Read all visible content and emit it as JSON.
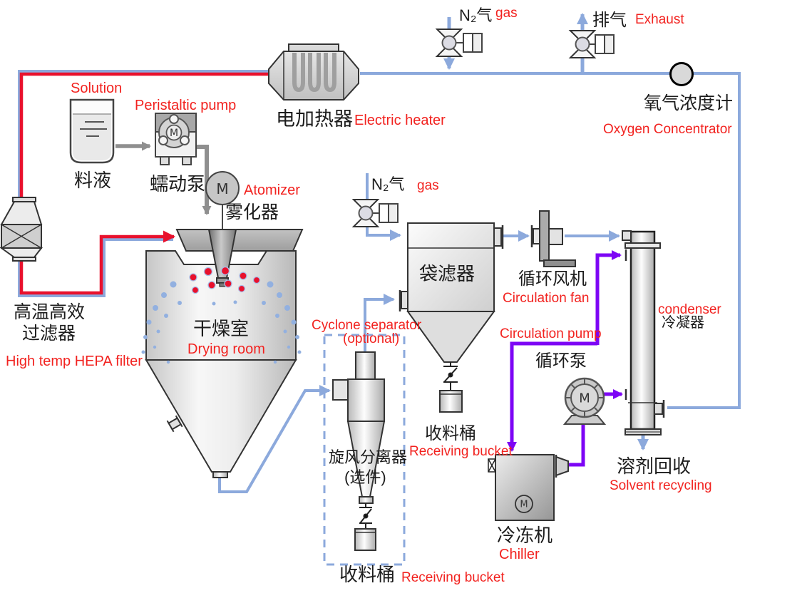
{
  "colors": {
    "pipe-blue": "#8ca9dc",
    "pipe-red": "#e8112d",
    "pipe-purple": "#7d05f5",
    "pipe-gray": "#8f8f8f",
    "label-red": "#f2221f",
    "label-black": "#1c1c1c"
  },
  "labels": {
    "solution": {
      "en": "Solution",
      "zh": "料液"
    },
    "peristaltic_pump": {
      "en": "Peristaltic pump",
      "zh": "蠕动泵"
    },
    "atomizer": {
      "en": "Atomizer",
      "zh": "雾化器"
    },
    "electric_heater": {
      "zh": "电加热器",
      "en": "Electric heater"
    },
    "nitrogen_inlet_top": {
      "zh": "N₂气",
      "en": "gas"
    },
    "exhaust": {
      "zh": "排气",
      "en": "Exhaust"
    },
    "oxygen_meter": {
      "zh": "氧气浓度计",
      "en": "Oxygen Concentrator"
    },
    "hepa_filter": {
      "zh_line1": "高温高效",
      "zh_line2": "过滤器",
      "en": "High temp HEPA filter"
    },
    "drying_room": {
      "zh": "干燥室",
      "en": "Drying room"
    },
    "nitrogen_inlet_mid": {
      "zh": "N₂气",
      "en": "gas"
    },
    "bag_filter": {
      "zh": "袋滤器"
    },
    "cyclone": {
      "en_line1": "Cyclone separator",
      "en_line2": "(optional)",
      "zh_line1": "旋风分离器",
      "zh_line2": "(选件)"
    },
    "receiving_bucket_bag": {
      "zh": "收料桶",
      "en": "Receiving bucket"
    },
    "receiving_bucket_cyclone": {
      "zh": "收料桶",
      "en": "Receiving bucket"
    },
    "circulation_fan": {
      "zh": "循环风机",
      "en": "Circulation fan"
    },
    "circulation_pump": {
      "en": "Circulation pump",
      "zh": "循环泵"
    },
    "condenser": {
      "en": "condenser",
      "zh": "冷凝器"
    },
    "solvent_recycling": {
      "zh": "溶剂回收",
      "en": "Solvent recycling"
    },
    "chiller": {
      "zh": "冷冻机",
      "en": "Chiller"
    },
    "motor": "M"
  }
}
